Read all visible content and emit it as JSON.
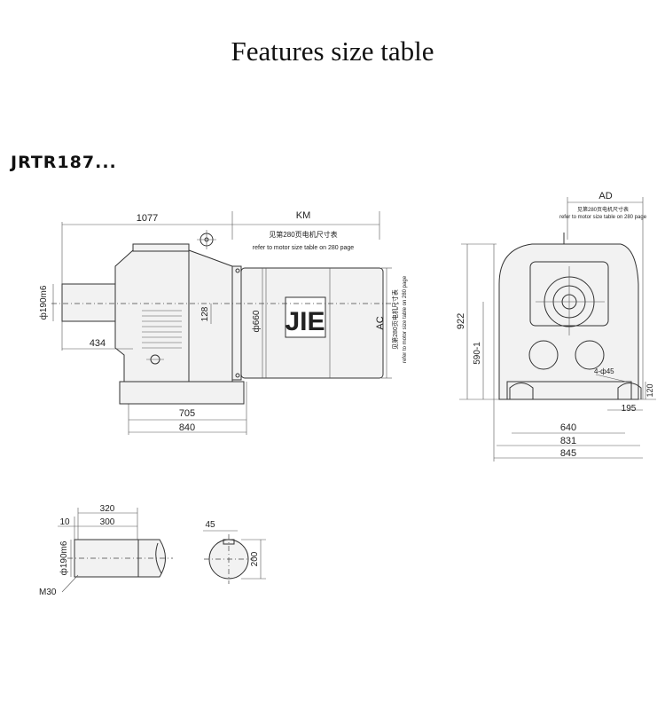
{
  "header": {
    "title": "Features size table",
    "model": "JRTR187..."
  },
  "brand": {
    "logo_text": "JIE"
  },
  "side_view": {
    "dim_total_length": "1077",
    "dim_km": "KM",
    "note_cn": "见第280页电机尺寸表",
    "note_en": "refer to motor size table on 280 page",
    "dim_shaft_dia": "ф190m6",
    "dim_128": "128",
    "dim_motor_dia": "ф660",
    "dim_ac": "AC",
    "dim_434": "434",
    "dim_705": "705",
    "dim_840": "840"
  },
  "front_view": {
    "dim_ad": "AD",
    "note_cn": "见第280页电机尺寸表",
    "note_en": "refer to motor size table on 280 page",
    "dim_922": "922",
    "dim_590": "590-1",
    "dim_holes": "4-ф45",
    "dim_120": "120",
    "dim_195": "195",
    "dim_640": "640",
    "dim_831": "831",
    "dim_845": "845"
  },
  "shaft_detail": {
    "dim_320": "320",
    "dim_10": "10",
    "dim_300": "300",
    "dim_dia": "ф190m6",
    "dim_m30": "M30"
  },
  "key_detail": {
    "dim_45": "45",
    "dim_200": "200"
  }
}
